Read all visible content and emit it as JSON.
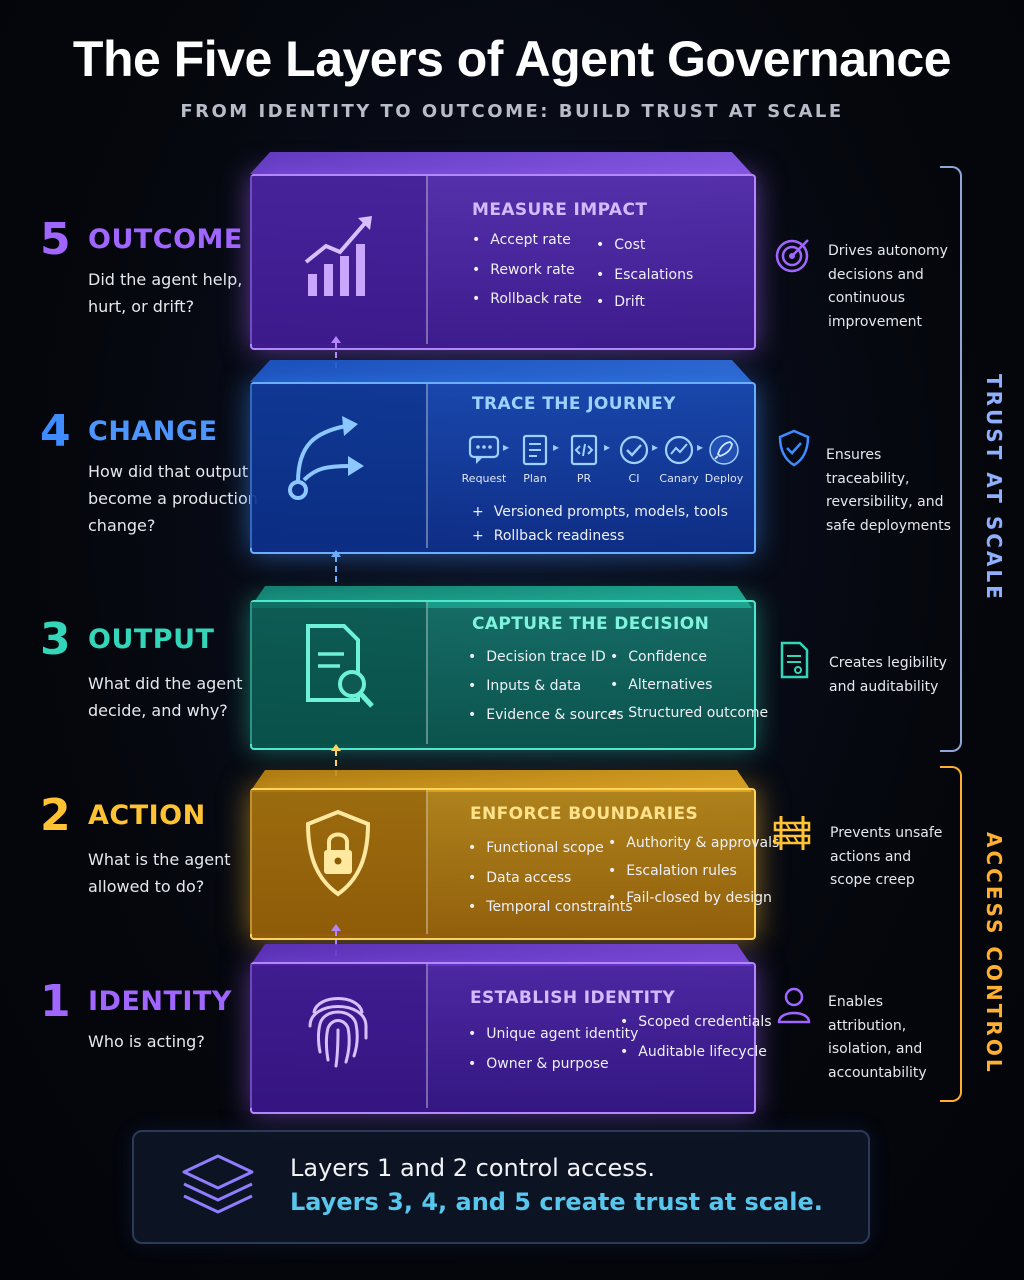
{
  "header": {
    "title": "The Five Layers of Agent Governance",
    "subtitle": "FROM IDENTITY TO OUTCOME: BUILD TRUST AT SCALE"
  },
  "colors": {
    "outcome": "#a066ff",
    "change": "#3e8cff",
    "output": "#33d6b8",
    "action": "#ffc233",
    "identity": "#a066ff",
    "trust": "#8fb0ff",
    "access": "#ffb030",
    "footer_highlight": "#58c7ee"
  },
  "layers": [
    {
      "number": "5",
      "name": "OUTCOME",
      "question": "Did the agent help, hurt, or drift?",
      "icon": "chart-growth-icon",
      "heading": "MEASURE IMPACT",
      "bullets_left": [
        "Accept rate",
        "Rework rate",
        "Rollback rate"
      ],
      "bullets_right": [
        "Cost",
        "Escalations",
        "Drift"
      ],
      "right_icon": "target-icon",
      "description": "Drives autonomy decisions and continuous improvement"
    },
    {
      "number": "4",
      "name": "CHANGE",
      "question": "How did that output become a production change?",
      "icon": "branch-arrows-icon",
      "heading": "TRACE THE JOURNEY",
      "steps": [
        "Request",
        "Plan",
        "PR",
        "CI",
        "Canary",
        "Deploy"
      ],
      "plus_items": [
        "Versioned prompts, models, tools",
        "Rollback readiness"
      ],
      "right_icon": "shield-check-icon",
      "description": "Ensures traceability, reversibility, and safe deployments"
    },
    {
      "number": "3",
      "name": "OUTPUT",
      "question": "What did the agent decide, and why?",
      "icon": "document-search-icon",
      "heading": "CAPTURE THE DECISION",
      "bullets_left": [
        "Decision trace ID",
        "Inputs & data",
        "Evidence & sources"
      ],
      "bullets_right": [
        "Confidence",
        "Alternatives",
        "Structured outcome"
      ],
      "right_icon": "document-icon",
      "description": "Creates legibility and auditability"
    },
    {
      "number": "2",
      "name": "ACTION",
      "question": "What is the agent allowed to do?",
      "icon": "shield-lock-icon",
      "heading": "ENFORCE BOUNDARIES",
      "bullets_left": [
        "Functional scope",
        "Data access",
        "Temporal constraints"
      ],
      "bullets_right": [
        "Authority & approvals",
        "Escalation rules",
        "Fail-closed by design"
      ],
      "right_icon": "barrier-icon",
      "description": "Prevents unsafe actions and scope creep"
    },
    {
      "number": "1",
      "name": "IDENTITY",
      "question": "Who is acting?",
      "icon": "fingerprint-icon",
      "heading": "ESTABLISH IDENTITY",
      "bullets_left": [
        "Unique agent identity",
        "Owner & purpose"
      ],
      "bullets_right": [
        "Scoped credentials",
        "Auditable lifecycle"
      ],
      "right_icon": "user-icon",
      "description": "Enables attribution, isolation, and accountability"
    }
  ],
  "brackets": {
    "trust": "TRUST AT SCALE",
    "access": "ACCESS CONTROL"
  },
  "footer": {
    "icon": "layers-stack-icon",
    "line1": "Layers 1 and 2 control access.",
    "line2": "Layers 3, 4, and 5 create trust at scale."
  }
}
